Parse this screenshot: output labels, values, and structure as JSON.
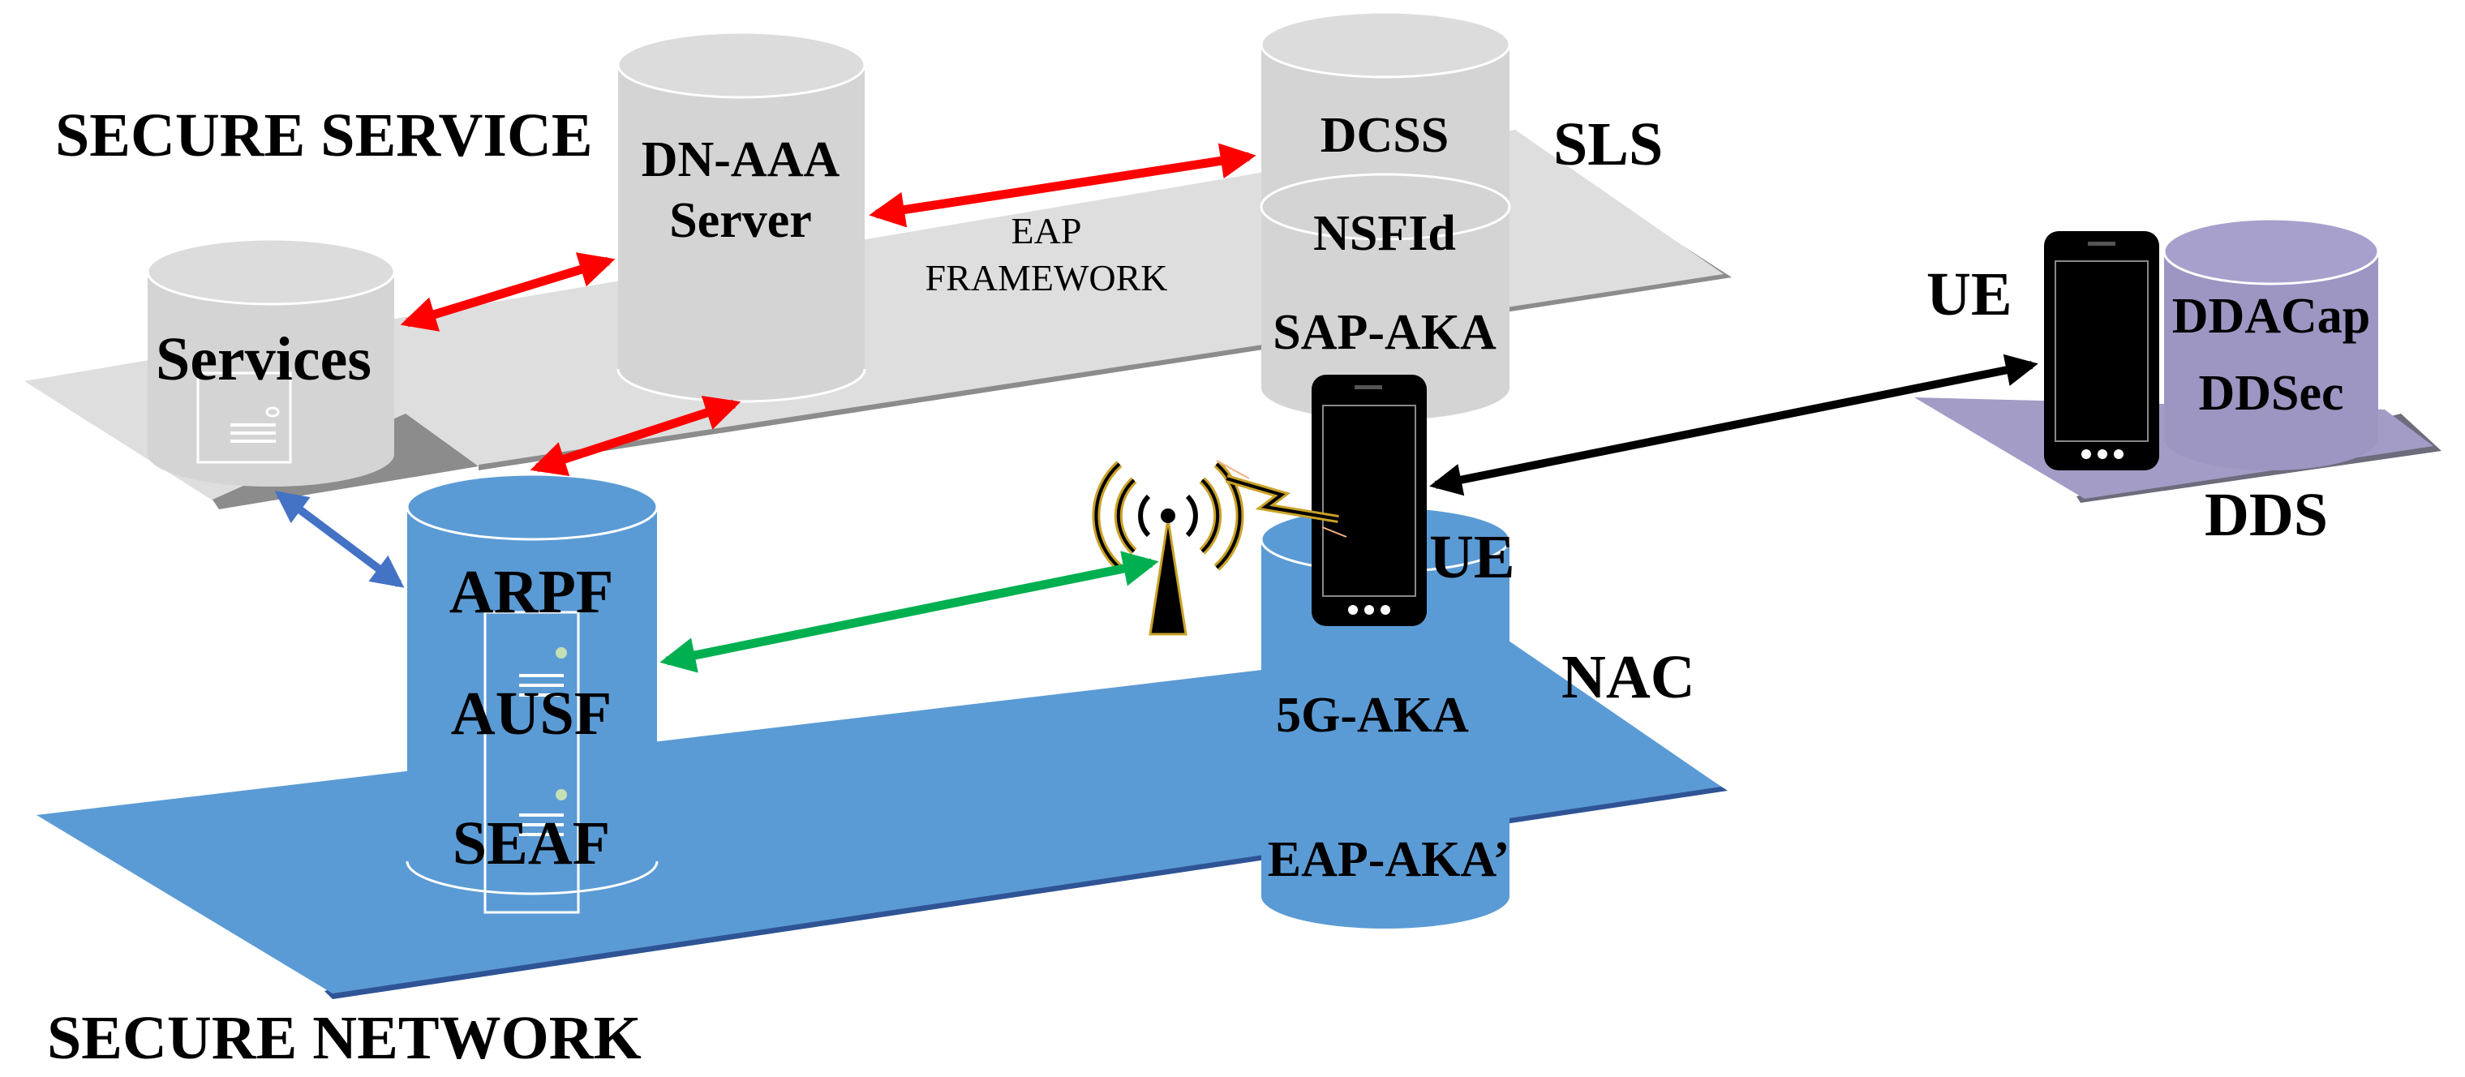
{
  "labels": {
    "secure_service": "SECURE SERVICE",
    "secure_network": "SECURE NETWORK",
    "sls": "SLS",
    "nac": "NAC",
    "dds": "DDS",
    "ue_right": "UE",
    "ue_network": "UE",
    "eap_line1": "EAP",
    "eap_line2": "FRAMEWORK"
  },
  "cylinders": {
    "services": "Services",
    "dn_aaa_line1": "DN-AAA",
    "dn_aaa_line2": "Server",
    "dcss": "DCSS",
    "nsfid": "NSFId",
    "sap_aka": "SAP-AKA",
    "arpf": "ARPF",
    "ausf": "AUSF",
    "seaf": "SEAF",
    "fiveg_aka": "5G-AKA",
    "eap_aka": "EAP-AKA’",
    "ddacap": "DDACap",
    "ddsec": "DDSec"
  },
  "colors": {
    "service_plane": "#dedede",
    "service_cylinder": "#d4d4d4",
    "network_plane": "#5b9bd5",
    "network_plane_edge": "#2f5496",
    "network_cylinder": "#5b9bd5",
    "dds_plane": "#a39cc6",
    "dds_cylinder": "#9d95c2",
    "arrow_red": "#ff0000",
    "arrow_green": "#00b050",
    "arrow_blue": "#4472c4",
    "arrow_black": "#000000"
  },
  "icons": [
    "server-icon",
    "cell-tower-icon",
    "smartphone-icon",
    "lightning-icon"
  ]
}
